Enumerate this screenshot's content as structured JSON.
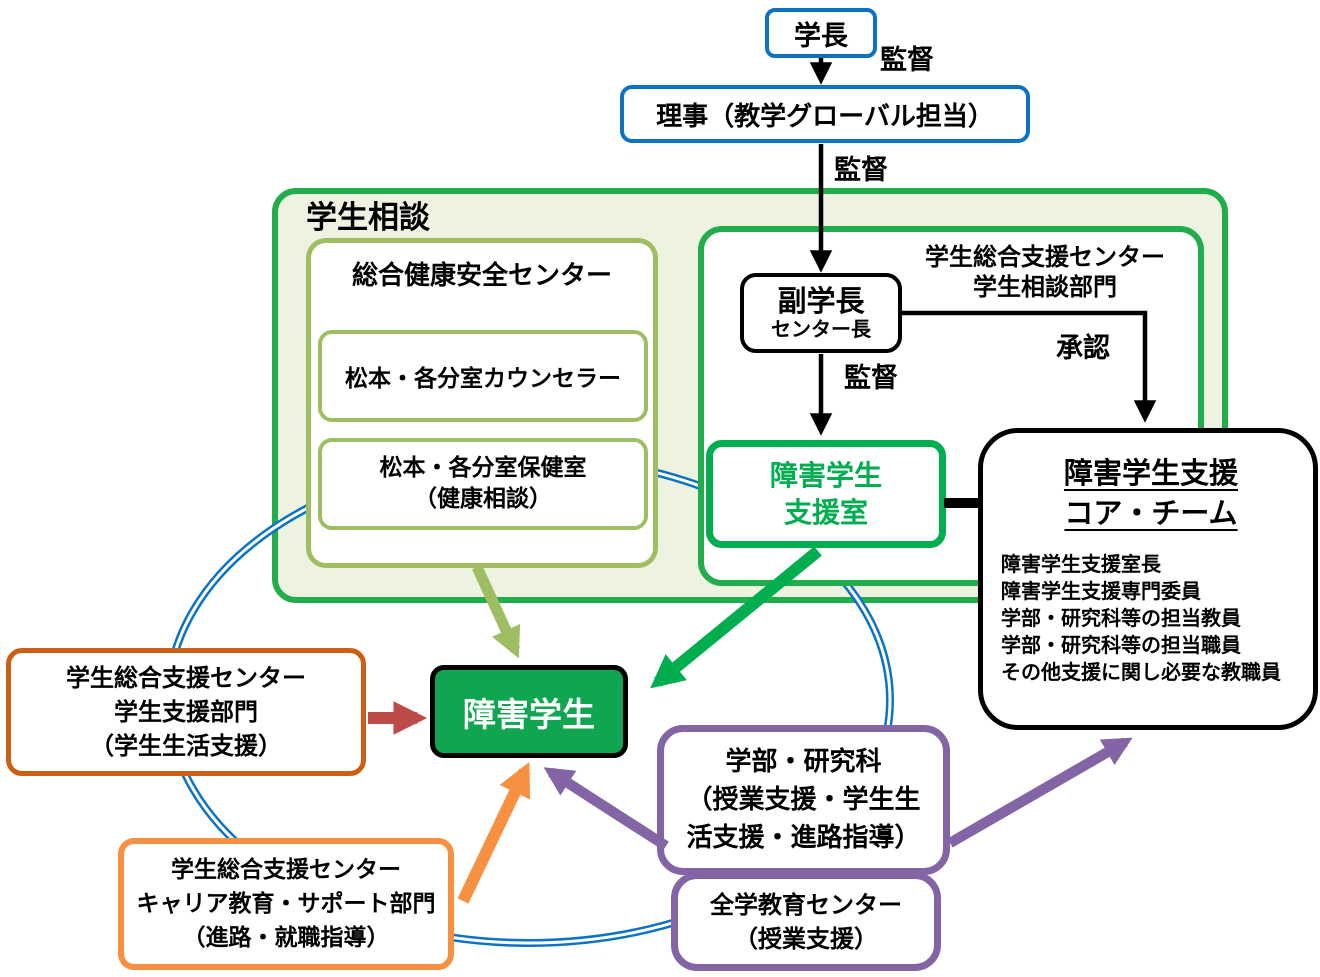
{
  "top_chain": {
    "president": "学長",
    "supervise_label_top": "監督",
    "director": "理事（教学グローバル担当）",
    "supervise_label_mid": "監督"
  },
  "consultation_group": {
    "label": "学生相談",
    "health_center": {
      "title": "総合健康安全センター",
      "counselor_box": "松本・各分室カウンセラー",
      "infirmary_line1": "松本・各分室保健室",
      "infirmary_line2": "（健康相談）"
    },
    "consult_dept": {
      "label_line1": "学生総合支援センター",
      "label_line2": "学生相談部門",
      "vice_president": "副学長",
      "vice_president_sub": "センター長",
      "supervise_label": "監督",
      "approval_label": "承認",
      "support_office_line1": "障害学生",
      "support_office_line2": "支援室"
    }
  },
  "core_team": {
    "title_line1": "障害学生支援",
    "title_line2": "コア・チーム",
    "members": [
      "障害学生支援室長",
      "障害学生支援専門委員",
      "学部・研究科等の担当教員",
      "学部・研究科等の担当職員",
      "その他支援に関し必要な教職員"
    ]
  },
  "student": "障害学生",
  "left_support": {
    "line1": "学生総合支援センター",
    "line2": "学生支援部門",
    "line3": "（学生生活支援）"
  },
  "career_support": {
    "line1": "学生総合支援センター",
    "line2": "キャリア教育・サポート部門",
    "line3": "（進路・就職指導）"
  },
  "faculty": {
    "line1": "学部・研究科",
    "line2": "（授業支援・学生生",
    "line3": "活支援・進路指導）"
  },
  "edu_center": {
    "line1": "全学教育センター",
    "line2": "（授業支援）"
  },
  "colors": {
    "blue": "#0B72C4",
    "group_green": "#22AD4C",
    "group_fill": "#EDF2E1",
    "olive": "#9FBE63",
    "bright_green": "#00AE50",
    "student_fill": "#10A551",
    "dark_orange": "#CC5F15",
    "orange": "#F79040",
    "red": "#BE4B48",
    "purple": "#8365A5"
  }
}
